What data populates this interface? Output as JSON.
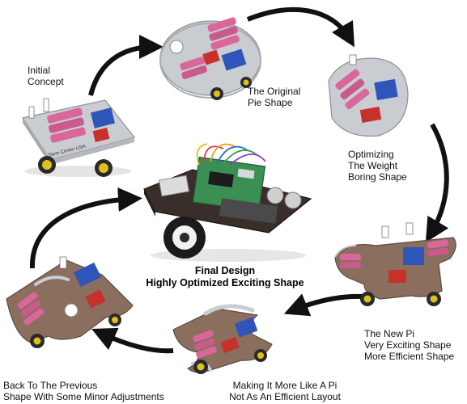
{
  "diagram": {
    "stages": [
      {
        "id": "initial",
        "lines": [
          "Initial",
          "Concept"
        ]
      },
      {
        "id": "pie",
        "lines": [
          "The Original",
          "Pie Shape"
        ]
      },
      {
        "id": "weight",
        "lines": [
          "Optimizing",
          "The Weight",
          "Boring Shape"
        ]
      },
      {
        "id": "newpi",
        "lines": [
          "The New Pi",
          "Very Exciting Shape",
          "More Efficient Shape"
        ]
      },
      {
        "id": "morepi",
        "lines": [
          "Making It More Like A Pi",
          "Not As An Efficient Layout"
        ]
      },
      {
        "id": "previous",
        "lines": [
          "Back To The Previous",
          "Shape With Some Minor Adjustments"
        ]
      }
    ],
    "final": {
      "lines": [
        "Final Design",
        "Highly Optimized Exciting Shape"
      ]
    },
    "board_label": "Stem Center USA",
    "colors": {
      "chassis_acrylic": "#c9ccd0",
      "chassis_brown": "#8a6e5e",
      "battery_pink": "#d9679b",
      "driver_blue": "#2f55b8",
      "board_red": "#c8302c",
      "wheel_yellow": "#e0c020",
      "arrow": "#111111"
    }
  }
}
